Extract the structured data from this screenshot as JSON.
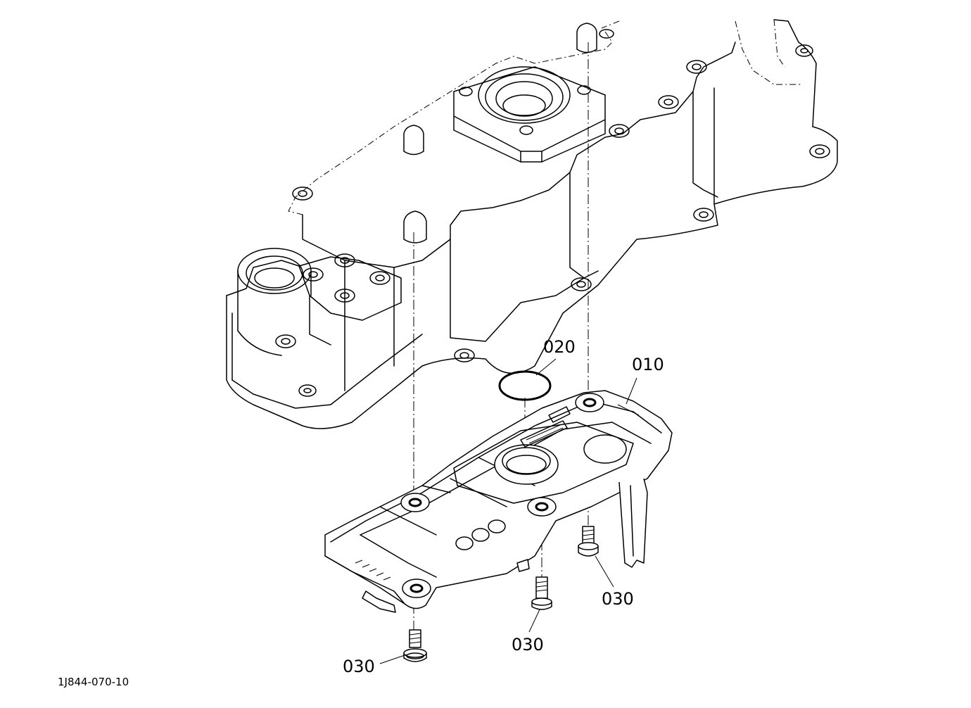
{
  "diagram": {
    "drawing_code": "1J844-070-10",
    "callouts": {
      "part_010": "010",
      "part_020": "020",
      "part_030_a": "030",
      "part_030_b": "030",
      "part_030_c": "030"
    }
  }
}
